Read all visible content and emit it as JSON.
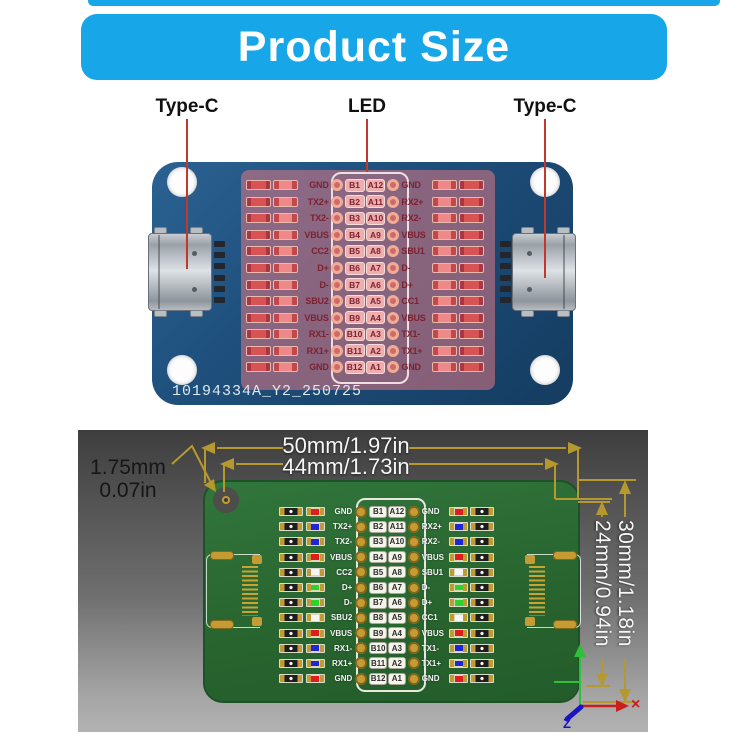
{
  "banner": {
    "title": "Product Size"
  },
  "callouts": {
    "left": "Type-C",
    "center": "LED",
    "right": "Type-C"
  },
  "photo": {
    "silkscreen": "10194334A_Y2_250725"
  },
  "pin_rows": [
    {
      "left": "GND",
      "b": "B1",
      "a": "A12",
      "right": "GND",
      "led": "red"
    },
    {
      "left": "TX2+",
      "b": "B2",
      "a": "A11",
      "right": "RX2+",
      "led": "blue"
    },
    {
      "left": "TX2-",
      "b": "B3",
      "a": "A10",
      "right": "RX2-",
      "led": "blue"
    },
    {
      "left": "VBUS",
      "b": "B4",
      "a": "A9",
      "right": "VBUS",
      "led": "red"
    },
    {
      "left": "CC2",
      "b": "B5",
      "a": "A8",
      "right": "SBU1",
      "led": "white"
    },
    {
      "left": "D+",
      "b": "B6",
      "a": "A7",
      "right": "D-",
      "led": "green"
    },
    {
      "left": "D-",
      "b": "B7",
      "a": "A6",
      "right": "D+",
      "led": "green"
    },
    {
      "left": "SBU2",
      "b": "B8",
      "a": "A5",
      "right": "CC1",
      "led": "white"
    },
    {
      "left": "VBUS",
      "b": "B9",
      "a": "A4",
      "right": "VBUS",
      "led": "red"
    },
    {
      "left": "RX1-",
      "b": "B10",
      "a": "A3",
      "right": "TX1-",
      "led": "blue"
    },
    {
      "left": "RX1+",
      "b": "B11",
      "a": "A2",
      "right": "TX1+",
      "led": "blue"
    },
    {
      "left": "GND",
      "b": "B12",
      "a": "A1",
      "right": "GND",
      "led": "red"
    }
  ],
  "diagram": {
    "dimensions": {
      "outer_width": "50mm/1.97in",
      "inner_width": "44mm/1.73in",
      "hole_line1": "1.75mm",
      "hole_line2": "0.07in",
      "outer_height": "30mm/1.18in",
      "inner_height": "24mm/0.94in"
    },
    "axes": {
      "x_label": "×",
      "z_label": "Z"
    },
    "led_palette": {
      "red": "#e01d1d",
      "blue": "#2026d8",
      "green": "#2bd42b",
      "white": "#f5f5f5"
    }
  },
  "colors": {
    "banner_blue": "#17a7e8",
    "photo_board_blue": "#1d4d79",
    "diagram_board_green": "#29652f",
    "dimension_gold": "#b5992e",
    "highlight_pink": "#ec7a84"
  }
}
